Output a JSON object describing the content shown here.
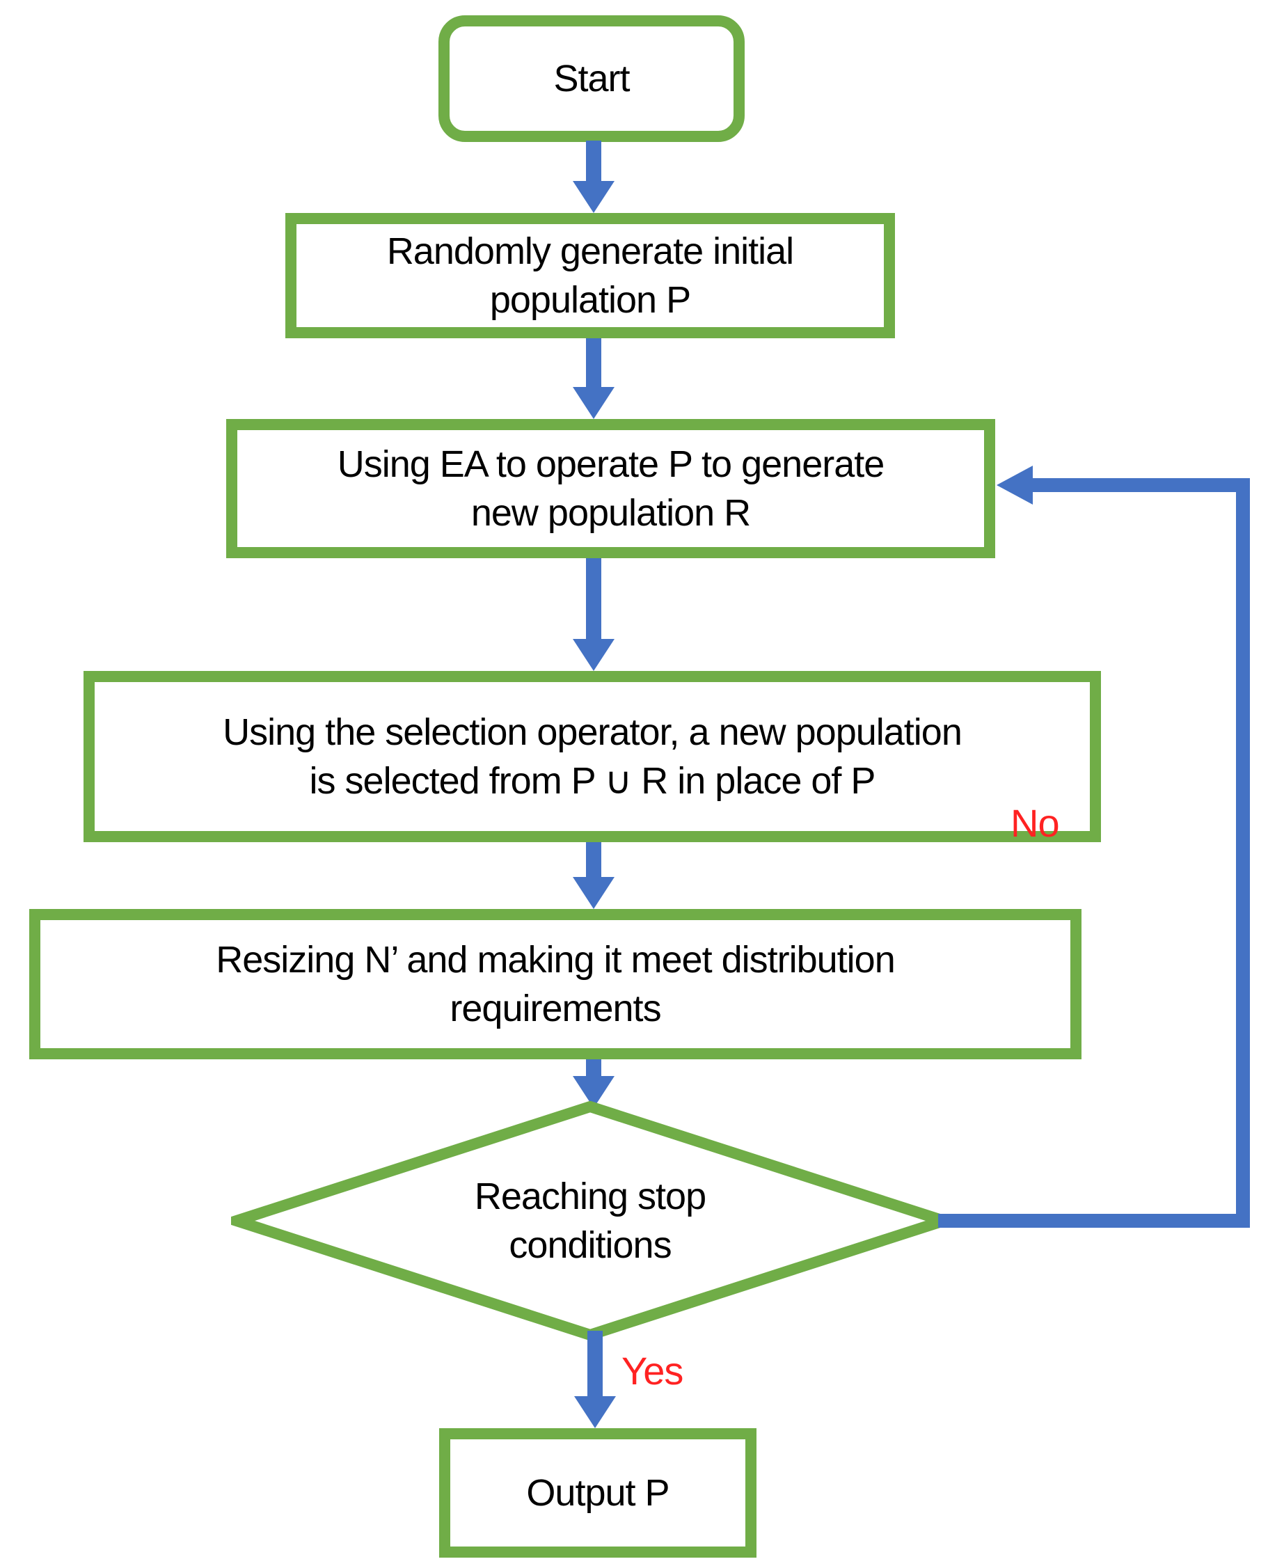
{
  "colors": {
    "node_border_green": "#70AD47",
    "arrow_blue": "#4472C4",
    "edge_label_red": "#FF2222",
    "text_black": "#000000",
    "background_white": "#FFFFFF"
  },
  "nodes": {
    "start": "Start",
    "generate": "Randomly generate initial\npopulation P",
    "ea": "Using EA to operate P to generate\nnew population R",
    "selection": "Using the selection operator, a new population\nis selected from P ∪ R in place of P",
    "resize": "Resizing N’ and making it meet distribution\nrequirements",
    "decision": "Reaching stop\nconditions",
    "output": "Output P"
  },
  "labels": {
    "yes": "Yes",
    "no": "No"
  }
}
